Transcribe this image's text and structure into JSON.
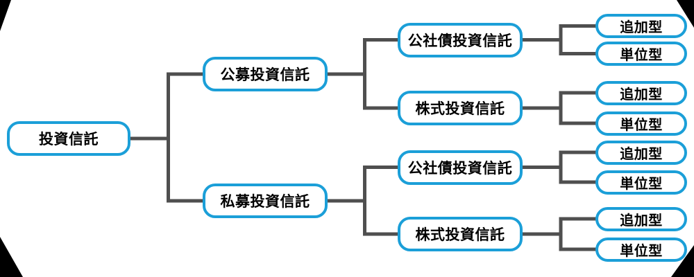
{
  "colors": {
    "nodeBorder": "#1B9FD8",
    "connector": "#4F4F4F",
    "text": "#000000",
    "background": "#FFFFFF"
  },
  "tree": {
    "label": "投資信託",
    "children": [
      {
        "label": "公募投資信託",
        "children": [
          {
            "label": "公社債投資信託",
            "children": [
              {
                "label": "追加型"
              },
              {
                "label": "単位型"
              }
            ]
          },
          {
            "label": "株式投資信託",
            "children": [
              {
                "label": "追加型"
              },
              {
                "label": "単位型"
              }
            ]
          }
        ]
      },
      {
        "label": "私募投資信託",
        "children": [
          {
            "label": "公社債投資信託",
            "children": [
              {
                "label": "追加型"
              },
              {
                "label": "単位型"
              }
            ]
          },
          {
            "label": "株式投資信託",
            "children": [
              {
                "label": "追加型"
              },
              {
                "label": "単位型"
              }
            ]
          }
        ]
      }
    ]
  }
}
